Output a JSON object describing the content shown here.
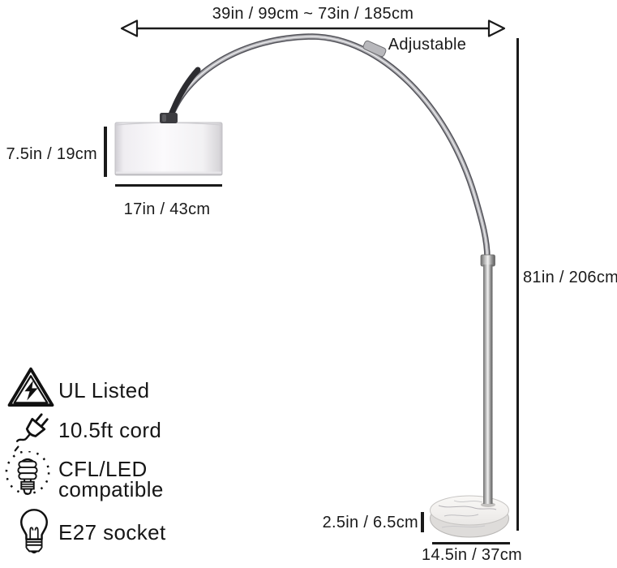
{
  "product": "arc-floor-lamp-dimension-diagram",
  "dimensions": {
    "arc_width": "39in / 99cm ~ 73in / 185cm",
    "arc_width_note": "Adjustable",
    "lamp_height": "81in / 206cm",
    "shade_height": "7.5in / 19cm",
    "shade_width": "17in / 43cm",
    "base_height": "2.5in / 6.5cm",
    "base_width": "14.5in / 37cm"
  },
  "features": [
    {
      "icon": "ul-warning-triangle-icon",
      "label": "UL Listed"
    },
    {
      "icon": "power-plug-icon",
      "label": "10.5ft cord"
    },
    {
      "icon": "cfl-bulb-icon",
      "label": "CFL/LED compatible",
      "line1": "CFL/LED",
      "line2": "compatible"
    },
    {
      "icon": "light-bulb-icon",
      "label": "E27 socket"
    }
  ],
  "colors": {
    "annotation": "#1a1a1a",
    "metal_light": "#ededed",
    "metal_dark": "#5f5f5f",
    "shade": "#f6f5f7",
    "marble": "#f5f4f2"
  }
}
